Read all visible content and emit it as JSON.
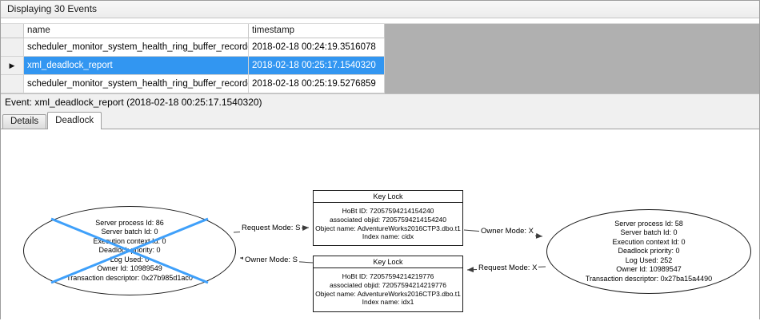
{
  "header": {
    "title": "Displaying 30 Events"
  },
  "grid": {
    "columns": {
      "name": "name",
      "timestamp": "timestamp"
    },
    "current_row_marker": "▶",
    "rows": [
      {
        "name": "scheduler_monitor_system_health_ring_buffer_recorded",
        "timestamp": "2018-02-18 00:24:19.3516078",
        "selected": false
      },
      {
        "name": "xml_deadlock_report",
        "timestamp": "2018-02-18 00:25:17.1540320",
        "selected": true
      },
      {
        "name": "scheduler_monitor_system_health_ring_buffer_recorded",
        "timestamp": "2018-02-18 00:25:19.5276859",
        "selected": false
      }
    ]
  },
  "event_bar": {
    "label": "Event: xml_deadlock_report (2018-02-18 00:25:17.1540320)"
  },
  "tabs": [
    {
      "label": "Details",
      "active": false
    },
    {
      "label": "Deadlock",
      "active": true
    }
  ],
  "graph": {
    "process_left": {
      "victim": true,
      "lines": [
        "Server process Id: 86",
        "Server batch Id: 0",
        "Execution context Id: 0",
        "Deadlock priority: 0",
        "Log Used: 0",
        "Owner Id: 10989549",
        "Transaction descriptor: 0x27b985d1ac0"
      ]
    },
    "process_right": {
      "victim": false,
      "lines": [
        "Server process Id: 58",
        "Server batch Id: 0",
        "Execution context Id: 0",
        "Deadlock priority: 0",
        "Log Used: 252",
        "Owner Id: 10989547",
        "Transaction descriptor: 0x27ba15a4490"
      ]
    },
    "lock_top": {
      "title": "Key Lock",
      "lines": [
        "HoBt ID: 72057594214154240",
        "associated objid: 72057594214154240",
        "Object name: AdventureWorks2016CTP3.dbo.t1",
        "Index name: cidx"
      ]
    },
    "lock_bottom": {
      "title": "Key Lock",
      "lines": [
        "HoBt ID: 72057594214219776",
        "associated objid: 72057594214219776",
        "Object name: AdventureWorks2016CTP3.dbo.t1",
        "Index name: idx1"
      ]
    },
    "edges": [
      {
        "label": "Request Mode: S"
      },
      {
        "label": "Owner Mode: X"
      },
      {
        "label": "Owner Mode: S"
      },
      {
        "label": "Request Mode: X"
      }
    ],
    "colors": {
      "selection": "#3296f1",
      "victim_cross": "#3fa0fa"
    }
  }
}
